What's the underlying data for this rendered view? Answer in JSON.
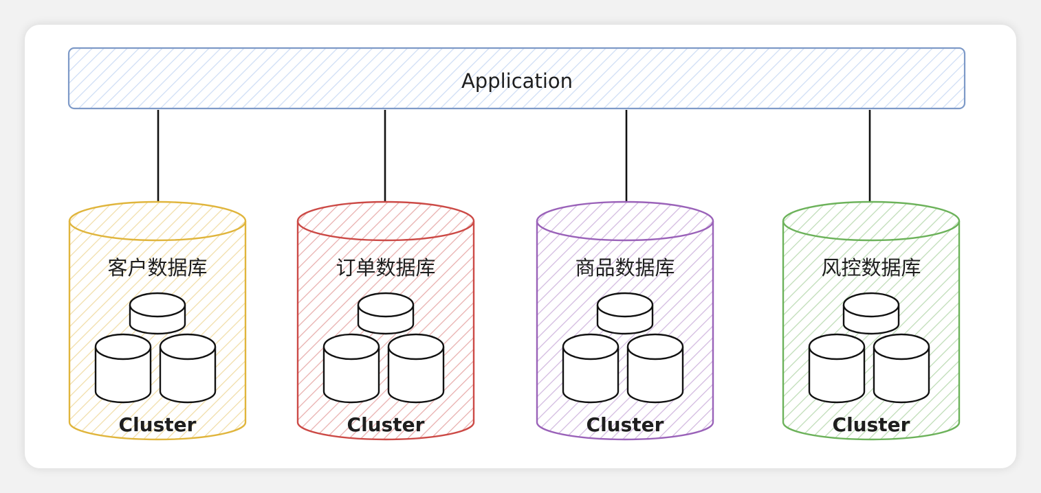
{
  "application": {
    "label": "Application"
  },
  "databases": [
    {
      "name": "客户数据库",
      "cluster_label": "Cluster",
      "color": "#e0b53c"
    },
    {
      "name": "订单数据库",
      "cluster_label": "Cluster",
      "color": "#cc4a46"
    },
    {
      "name": "商品数据库",
      "cluster_label": "Cluster",
      "color": "#9a62b9"
    },
    {
      "name": "风控数据库",
      "cluster_label": "Cluster",
      "color": "#6cb25a"
    }
  ],
  "colors": {
    "application_fill": "#a5c1ec",
    "application_stroke": "#7d99c7",
    "arrow": "#111111"
  }
}
